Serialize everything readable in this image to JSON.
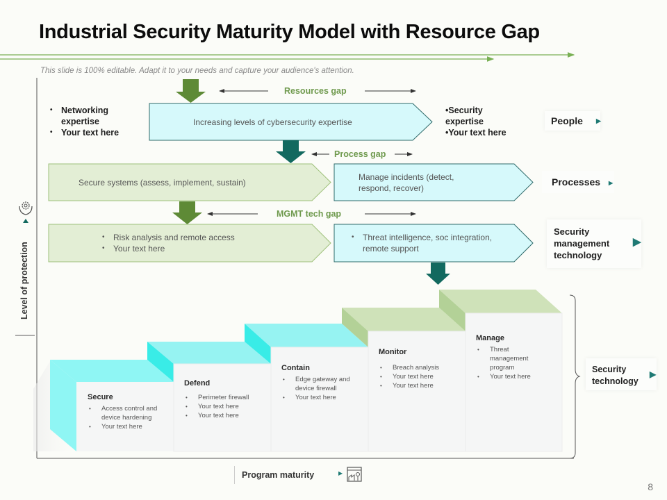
{
  "slide": {
    "title": "Industrial Security Maturity Model with Resource Gap",
    "subtitle": "This slide is 100% editable. Adapt it to your needs and capture your audience's attention.",
    "page_number": "8"
  },
  "colors": {
    "green_dark": "#5e8a36",
    "teal_dark": "#12695f",
    "green_light_fill": "#e3eed5",
    "cyan_light_fill": "#d6f9fb",
    "cyan_step": "#8ff6f4",
    "green_step": "#cfe2b9",
    "gap_text": "#6f9a4e"
  },
  "gaps": {
    "resources": "Resources gap",
    "process": "Process gap",
    "mgmt_tech": "MGMT tech gap"
  },
  "rows": {
    "people": {
      "left_bullets": [
        "Networking expertise",
        "Your text here"
      ],
      "arrow_text": "Increasing levels of cybersecurity expertise",
      "right_bullets": [
        "Security expertise",
        "Your text here"
      ],
      "tag": "People"
    },
    "processes": {
      "left_arrow_text": "Secure systems (assess, implement, sustain)",
      "right_arrow_text": "Manage incidents (detect, respond, recover)",
      "tag": "Processes"
    },
    "tech": {
      "left_bullets": [
        "Risk analysis and remote access",
        "Your text here"
      ],
      "right_bullets": [
        "Threat intelligence, soc integration, remote support"
      ],
      "tag": "Security management technology"
    }
  },
  "axes": {
    "y_label": "Level of protection",
    "x_label": "Program maturity",
    "y_icon": "hands-gear-icon",
    "x_icon": "factory-icon"
  },
  "steps": [
    {
      "title": "Secure",
      "bullets": [
        "Access control and device hardening",
        "Your text here"
      ]
    },
    {
      "title": "Defend",
      "bullets": [
        "Perimeter firewall",
        "Your text here",
        "Your text here"
      ]
    },
    {
      "title": "Contain",
      "bullets": [
        "Edge gateway and device firewall",
        "Your text here"
      ]
    },
    {
      "title": "Monitor",
      "bullets": [
        "Breach analysis",
        "Your text here",
        "Your text here"
      ]
    },
    {
      "title": "Manage",
      "bullets": [
        "Threat management program",
        "Your text here"
      ]
    }
  ],
  "security_technology_tag": "Security technology"
}
